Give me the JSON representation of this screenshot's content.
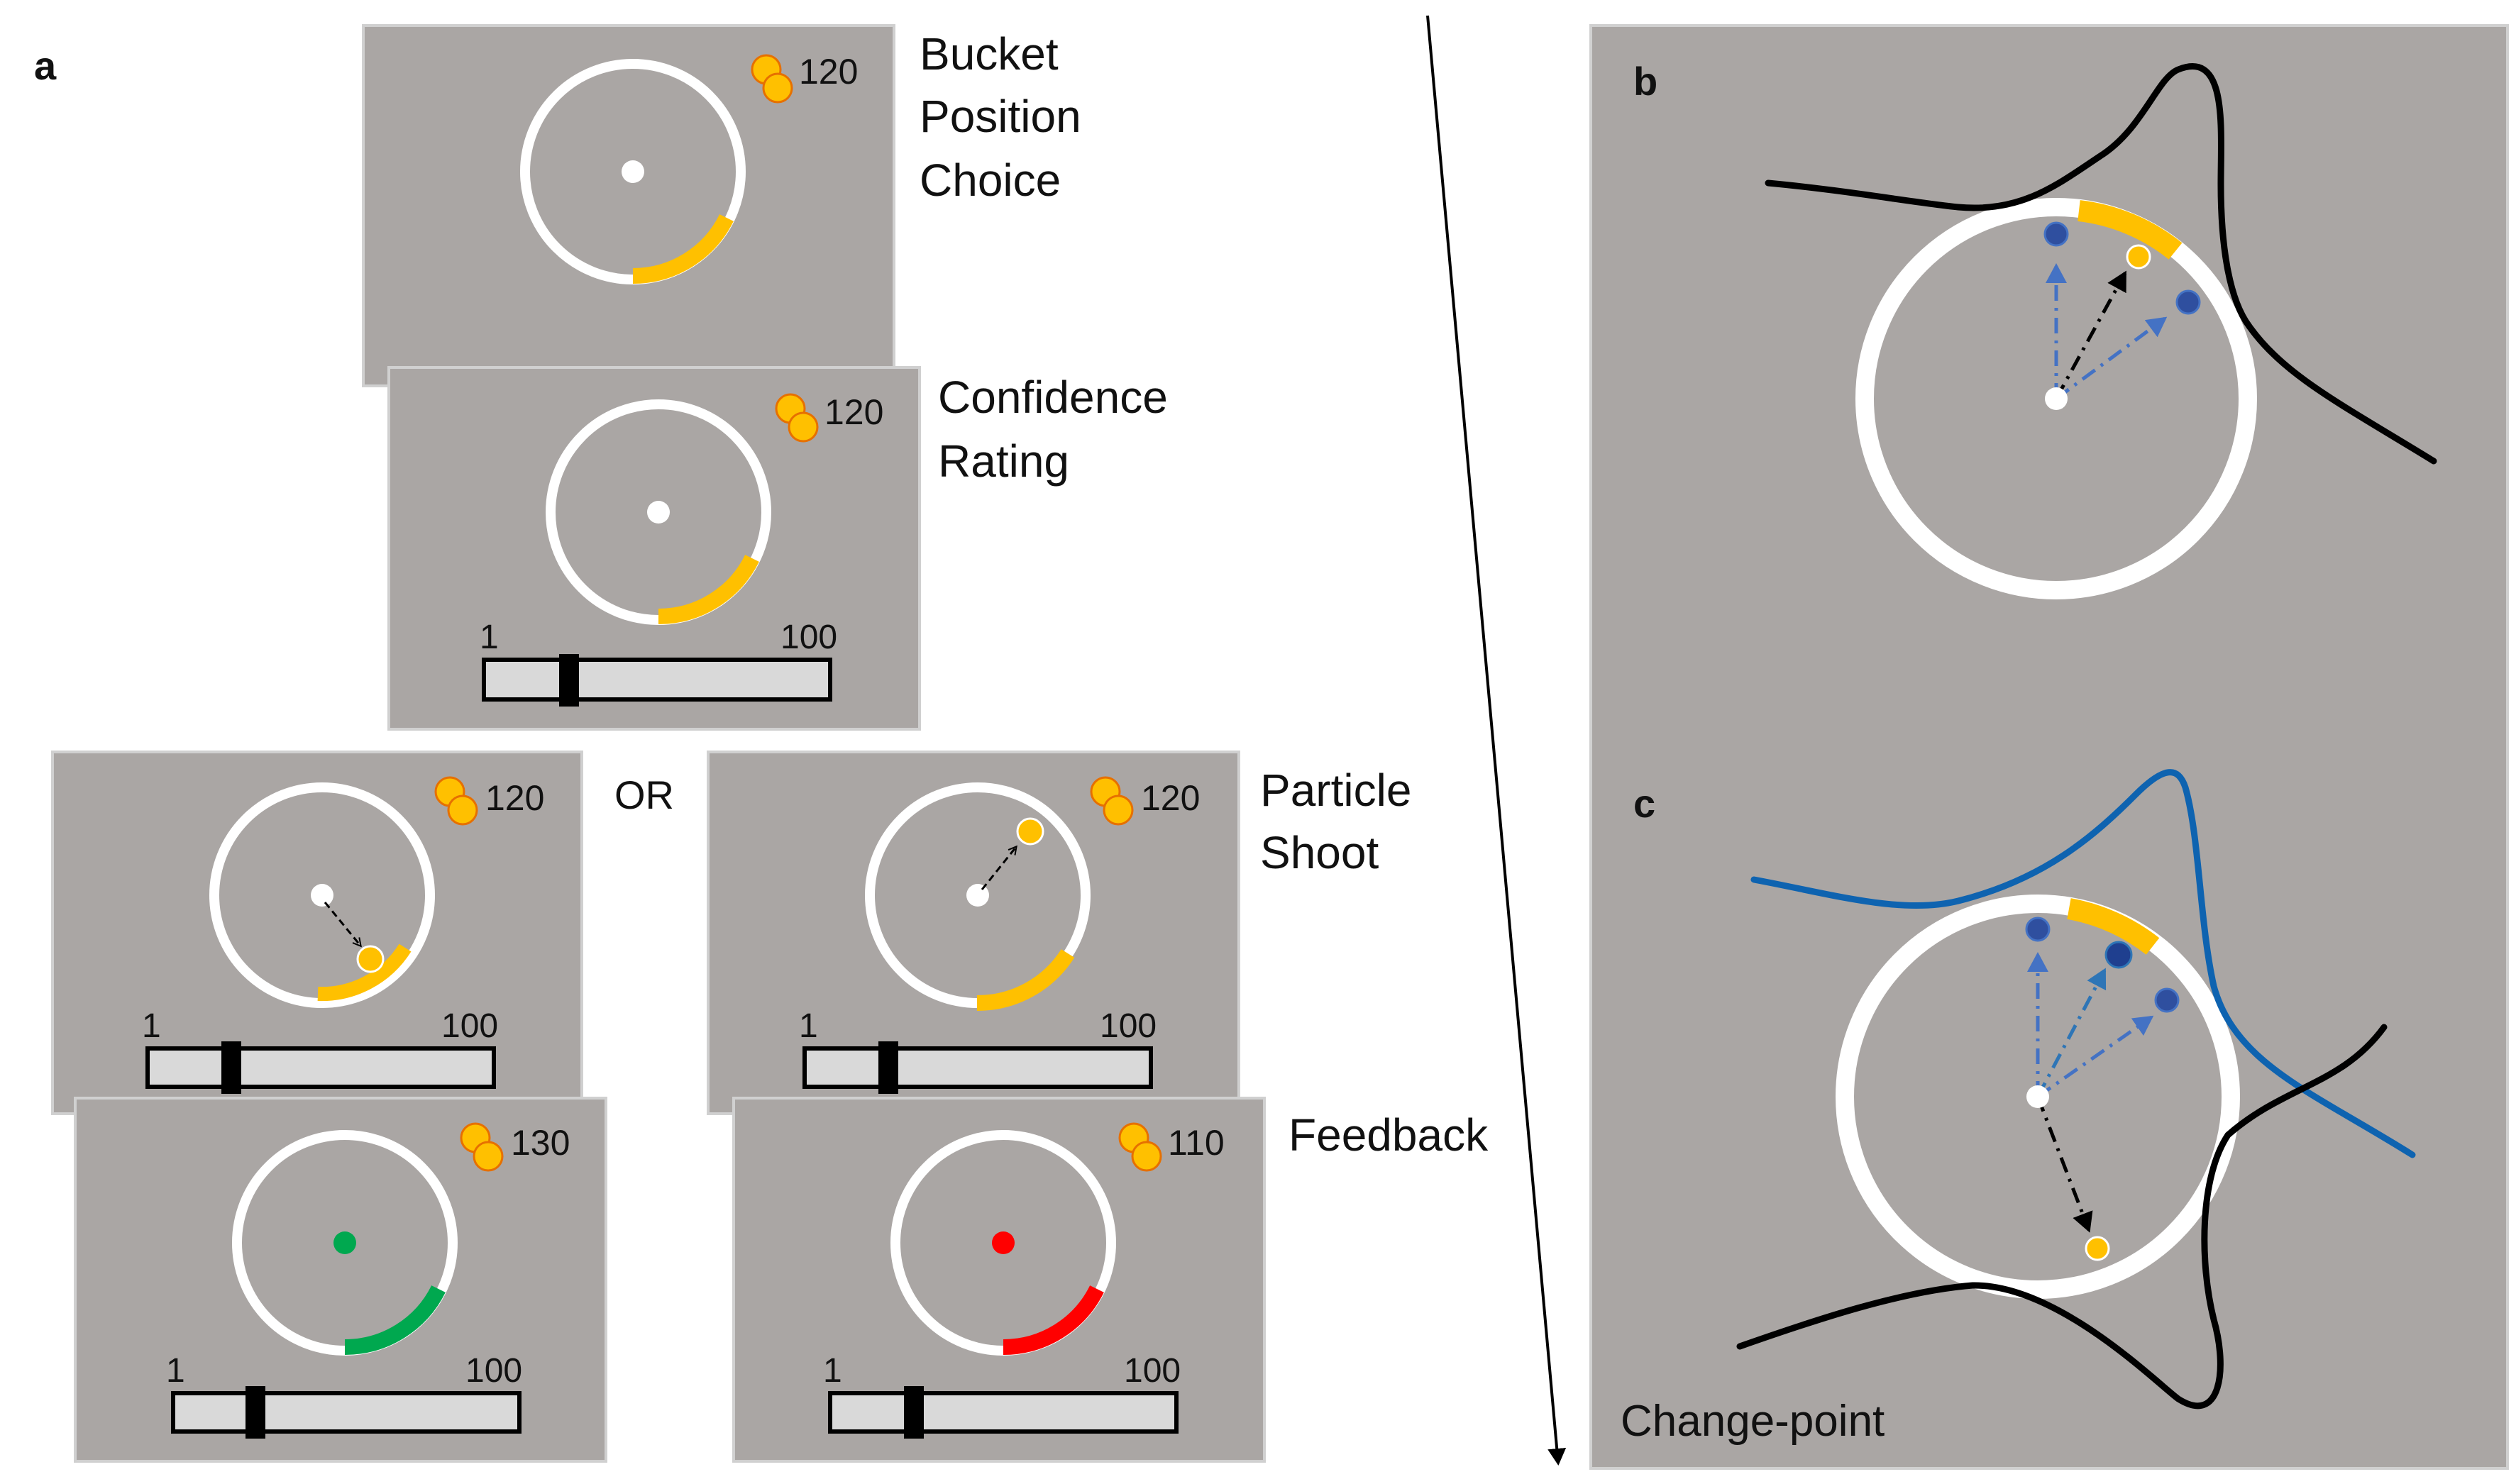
{
  "panel_a": {
    "letter": "a",
    "scale_min": "1",
    "scale_max": "100",
    "stages": {
      "bucket": [
        "Bucket",
        "Position",
        "Choice"
      ],
      "confidence": [
        "Confidence",
        "Rating"
      ],
      "or": "OR",
      "shoot": [
        "Particle",
        "Shoot"
      ],
      "feedback": "Feedback"
    },
    "screens": {
      "bucket": {
        "score": "120"
      },
      "confidence": {
        "score": "120"
      },
      "shoot_left": {
        "score": "120"
      },
      "shoot_right": {
        "score": "120"
      },
      "feedback_hit": {
        "score": "130"
      },
      "feedback_miss": {
        "score": "110"
      }
    }
  },
  "panel_b": {
    "letter": "b"
  },
  "panel_c": {
    "letter": "c",
    "caption": "Change-point"
  },
  "colors": {
    "screen_bg": "#aaa6a4",
    "bucket": "#ffc000",
    "hit": "#00a84f",
    "miss": "#ff0000",
    "blue_particle": "#2f4f9f",
    "blue_arrow": "#4472c4",
    "blue_curve": "#0e63b0"
  }
}
